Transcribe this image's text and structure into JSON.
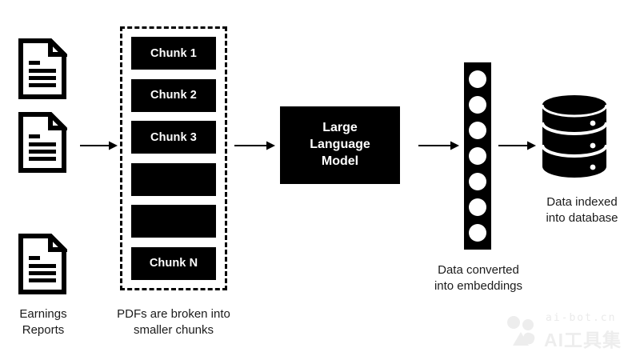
{
  "diagram": {
    "title": "PDF ingestion and embedding indexing pipeline",
    "colors": {
      "background": "#ffffff",
      "shape_fill": "#000000",
      "shape_text": "#ffffff",
      "caption_text": "#1b1b1b",
      "watermark": "#ededed"
    },
    "sources": {
      "icon": "document-icon",
      "count": 3,
      "caption_line1": "Earnings",
      "caption_line2": "Reports"
    },
    "chunks": {
      "caption_line1": "PDFs are broken into",
      "caption_line2": "smaller chunks",
      "boxes": [
        {
          "label": "Chunk 1"
        },
        {
          "label": "Chunk 2"
        },
        {
          "label": "Chunk 3"
        },
        {
          "label": ""
        },
        {
          "label": ""
        },
        {
          "label": "Chunk N"
        }
      ]
    },
    "model": {
      "line1": "Large",
      "line2": "Language",
      "line3": "Model"
    },
    "embeddings": {
      "icon": "embedding-vector-icon",
      "dot_count": 7,
      "caption_line1": "Data converted",
      "caption_line2": "into embeddings"
    },
    "database": {
      "icon": "database-cylinder-icon",
      "caption_line1": "Data indexed",
      "caption_line2": "into database"
    },
    "arrows": [
      {
        "name": "arrow-docs-to-chunks"
      },
      {
        "name": "arrow-chunks-to-model"
      },
      {
        "name": "arrow-model-to-embeddings"
      },
      {
        "name": "arrow-embeddings-to-database"
      }
    ],
    "watermark": {
      "top_text": "ai-bot.cn",
      "bottom_text": "AI工具集"
    }
  }
}
